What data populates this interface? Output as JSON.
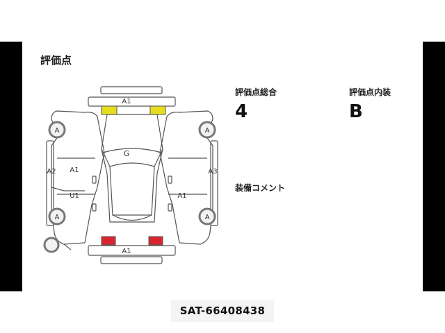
{
  "section_title": "評価点",
  "overall": {
    "label": "評価点総合",
    "value": "4"
  },
  "interior": {
    "label": "評価点内装",
    "value": "B"
  },
  "comment_label": "装備コメント",
  "diagram": {
    "front_bumper": "A1",
    "hood": "G",
    "left_front_door": "A1",
    "left_rear_door": "U1",
    "left_rear_fender": "A2",
    "right_rear_door": "A1",
    "right_side": "A3",
    "rear_bumper": "A1",
    "wheel_mark": "A"
  },
  "footer_id": "SAT-66408438",
  "colors": {
    "highlight_yellow": "#e6dd1e",
    "highlight_red": "#d9262e"
  }
}
